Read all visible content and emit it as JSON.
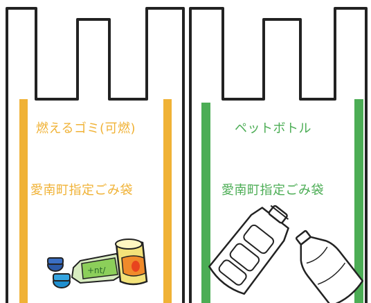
{
  "left_bag": {
    "type_label": "燃えるゴミ(可燃)",
    "bag_label": "愛南町指定ごみ袋",
    "accent_color": "#f0b236",
    "contents": [
      "bottle-cap-icon",
      "bottle-cap-icon",
      "snack-wrapper-icon",
      "can-icon"
    ],
    "wrapper_text": "+nt/"
  },
  "right_bag": {
    "type_label": "ペットボトル",
    "bag_label": "愛南町指定ごみ袋",
    "accent_color": "#4cad55",
    "contents": [
      "crushed-pet-bottle-icon",
      "pet-bottle-icon"
    ]
  }
}
